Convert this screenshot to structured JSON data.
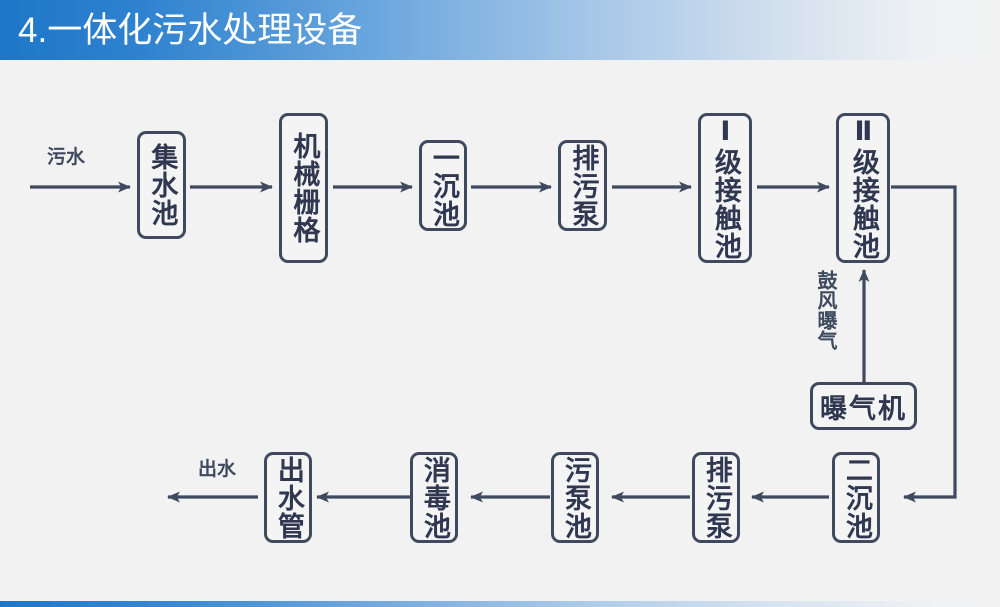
{
  "header": {
    "title": "4.一体化污水处理设备",
    "title_color": "#ffffff",
    "gradient_start": "#1f76c8",
    "gradient_end": "#f2f2f2"
  },
  "theme": {
    "background": "#f2f2f2",
    "stroke": "#3f4a5f",
    "node_fill": "#f4f4f4",
    "node_text": "#2f3850"
  },
  "diagram": {
    "type": "process-flow",
    "inlet_label": "污水",
    "outlet_label": "出水",
    "aeration_label": "鼓风曝气",
    "row_top": [
      {
        "id": "collection-tank",
        "label": "集水池"
      },
      {
        "id": "mechanical-grille",
        "label": "机械栅格"
      },
      {
        "id": "primary-settling-tank",
        "label": "一沉池"
      },
      {
        "id": "sewage-pump-1",
        "label": "排污泵"
      },
      {
        "id": "contact-tank-1",
        "label": "Ⅰ级接触池"
      },
      {
        "id": "contact-tank-2",
        "label": "Ⅱ级接触池"
      }
    ],
    "row_bottom": [
      {
        "id": "outlet-pipe",
        "label": "出水管"
      },
      {
        "id": "disinfection-tank",
        "label": "消毒池"
      },
      {
        "id": "sludge-pump-tank",
        "label": "污泵池"
      },
      {
        "id": "sewage-pump-2",
        "label": "排污泵"
      },
      {
        "id": "secondary-settling-tank",
        "label": "二沉池"
      }
    ],
    "aux": [
      {
        "id": "aerator",
        "label": "曝气机"
      }
    ]
  }
}
